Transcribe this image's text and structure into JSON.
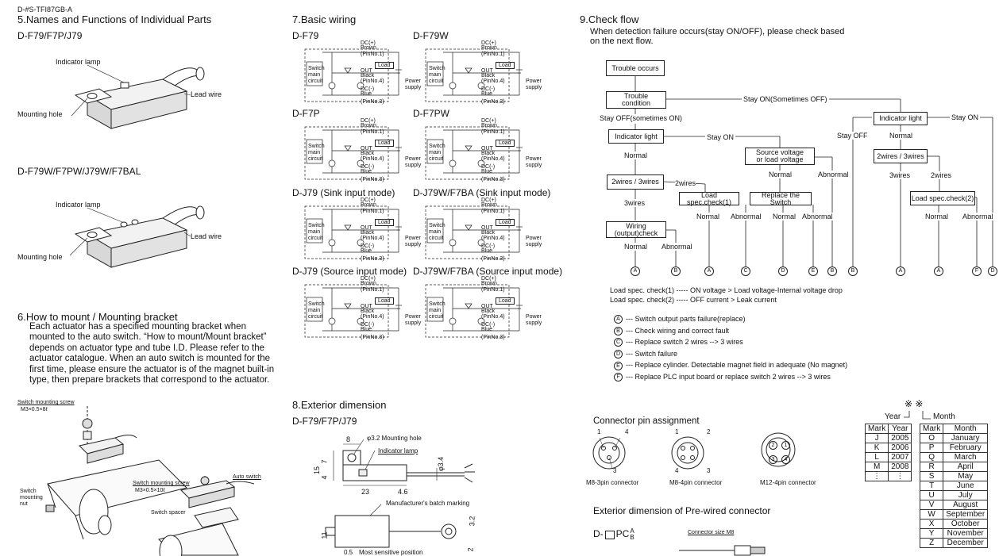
{
  "header": {
    "doc_id": "D-#S-TFI87GB-A"
  },
  "section5": {
    "title": "5.Names and Functions of Individual Parts",
    "model1": "D-F79/F7P/J79",
    "model2": "D-F79W/F7PW/J79W/F7BAL",
    "indicator_lamp": "Indicator lamp",
    "lead_wire": "Lead wire",
    "mounting_hole": "Mounting hole"
  },
  "section6": {
    "title": "6.How to mount / Mounting bracket",
    "lines": [
      "Each actuator has a specified mounting bracket when",
      "mounted to the auto switch. “How to mount/Mount bracket”",
      "depends on actuator type and tube I.D. Please refer to the",
      "actuator catalogue. When an auto switch is mounted for the",
      "first time, please ensure the actuator is of the magnet built-in",
      "type, then prepare brackets that correspond to the actuator."
    ],
    "screw1_label": "Switch mounting screw",
    "screw1_spec": "M3×0.5×8ℓ",
    "screw2_label": "Switch mounting screw",
    "screw2_spec": "M3×0.5×10ℓ",
    "auto_switch": "Auto switch",
    "mounting_nut": [
      "Switch",
      "mounting",
      "nut"
    ],
    "spacer": "Switch spacer"
  },
  "section7": {
    "title": "7.Basic wiring",
    "diagrams": [
      {
        "name": "D-F79"
      },
      {
        "name": "D-F79W"
      },
      {
        "name": "D-F7P"
      },
      {
        "name": "D-F7PW"
      },
      {
        "name": "D-J79 (Sink input mode)"
      },
      {
        "name": "D-J79W/F7BA (Sink input mode)"
      },
      {
        "name": "D-J79 (Source input mode)"
      },
      {
        "name": "D-J79W/F7BA (Source input mode)"
      }
    ],
    "labels": {
      "dc_plus": "DC(+)",
      "brown": "Brown",
      "pin1": "(PinNo.1)",
      "out": "OUT",
      "black": "Black",
      "pin4": "(PinNo.4)",
      "dc_minus": "DC(-)",
      "blue": "Blue",
      "pin3": "(PinNo.3)",
      "load": "Load",
      "power": "Power",
      "supply": "supply",
      "switch": "Switch",
      "main": "main",
      "circuit": "circuit"
    }
  },
  "section8": {
    "title": "8.Exterior dimension",
    "model": "D-F79/F7P/J79",
    "dims": {
      "d8": "8",
      "d15": "15",
      "d7": "7",
      "d4": "4",
      "d23": "23",
      "d46": "4.6",
      "d32": "3.2",
      "d11": "11",
      "d2": "2",
      "d05": "0.5",
      "phi34": "φ3.4"
    },
    "mounting_hole": "φ3.2 Mounting hole",
    "indicator_lamp": "Indicator lamp",
    "batch_marking": "Manufacturer's batch marking",
    "sensitive": "Most sensitive position"
  },
  "section9": {
    "title": "9.Check flow",
    "intro1": "When detection failure occurs(stay ON/OFF), please check based",
    "intro2": "on the next flow.",
    "flow": {
      "trouble_occurs": "Trouble occurs",
      "trouble_condition": [
        "Trouble",
        "condition"
      ],
      "stay_on_sometimes_off": "Stay ON(Sometimes OFF)",
      "stay_off_sometimes_on": "Stay OFF(sometimes ON)",
      "indicator_light": "Indicator light",
      "stay_on": "Stay ON",
      "stay_off": "Stay OFF",
      "normal": "Normal",
      "abnormal": "Abnormal",
      "source_voltage": [
        "Source voltage",
        "or load voltage"
      ],
      "wires_23": "2wires / 3wires",
      "w2": "2wires",
      "w3": "3wires",
      "load_check1": "Load spec.check(1)",
      "load_check2": "Load spec.check(2)",
      "replace_switch": "Replace the Switch",
      "wiring_check": [
        "Wiring",
        "(output)check"
      ]
    },
    "notes": [
      "Load spec. check(1) ----- ON voltage > Load voltage-Internal voltage drop",
      "Load spec. check(2) ----- OFF current > Leak current"
    ],
    "legend": [
      {
        "mark": "A",
        "text": "--- Switch output parts failure(replace)"
      },
      {
        "mark": "B",
        "text": "--- Check wiring and correct fault"
      },
      {
        "mark": "C",
        "text": "--- Replace switch 2 wires --> 3 wires"
      },
      {
        "mark": "D",
        "text": "--- Switch failure"
      },
      {
        "mark": "E",
        "text": "--- Replace cylinder. Detectable magnet field in adequate (No magnet)"
      },
      {
        "mark": "F",
        "text": "--- Replace PLC input board or replace switch 2 wires --> 3 wires"
      }
    ],
    "bottom_marks": [
      "A",
      "B",
      "A",
      "C",
      "D",
      "E",
      "B",
      "B",
      "A",
      "A",
      "F",
      "D"
    ]
  },
  "connector": {
    "title": "Connector pin assignment",
    "m8_3": "M8-3pin connector",
    "m8_4": "M8-4pin connector",
    "m12_4": "M12-4pin connector",
    "pins": {
      "p1": "1",
      "p2": "2",
      "p3": "3",
      "p4": "4"
    }
  },
  "prewired": {
    "title": "Exterior dimension of Pre-wired connector",
    "model_prefix": "D-",
    "model_suffix": "PC",
    "sup": "A",
    "sub": "B",
    "connector_size": "Connector size M8"
  },
  "yearmonth": {
    "marks": "※ ※",
    "year_label": "Year",
    "month_label": "Month",
    "year_head": [
      "Mark",
      "Year"
    ],
    "month_head": [
      "Mark",
      "Month"
    ],
    "years": [
      [
        "J",
        "2005"
      ],
      [
        "K",
        "2006"
      ],
      [
        "L",
        "2007"
      ],
      [
        "M",
        "2008"
      ],
      [
        "⋮",
        "⋮"
      ]
    ],
    "months": [
      [
        "O",
        "January"
      ],
      [
        "P",
        "February"
      ],
      [
        "Q",
        "March"
      ],
      [
        "R",
        "April"
      ],
      [
        "S",
        "May"
      ],
      [
        "T",
        "June"
      ],
      [
        "U",
        "July"
      ],
      [
        "V",
        "August"
      ],
      [
        "W",
        "September"
      ],
      [
        "X",
        "October"
      ],
      [
        "Y",
        "November"
      ],
      [
        "Z",
        "December"
      ]
    ]
  }
}
